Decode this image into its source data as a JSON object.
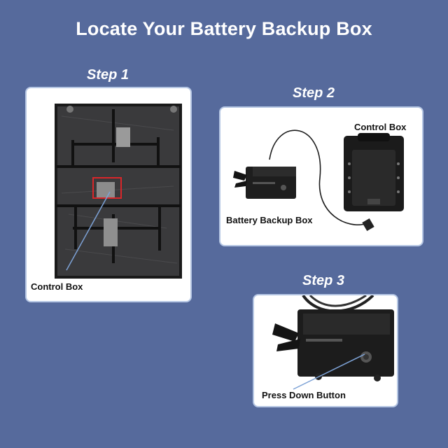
{
  "title": "Locate Your Battery Backup Box",
  "steps": [
    {
      "heading": "Step 1",
      "label": "Control Box"
    },
    {
      "heading": "Step 2",
      "labels": {
        "control_box": "Control Box",
        "battery": "Battery Backup Box"
      }
    },
    {
      "heading": "Step 3",
      "label": "Press Down Button"
    }
  ],
  "colors": {
    "background": "#566a9c",
    "panel_border": "#b5c6e3",
    "highlight": "#d9262a",
    "pointer": "#7da2d6"
  }
}
